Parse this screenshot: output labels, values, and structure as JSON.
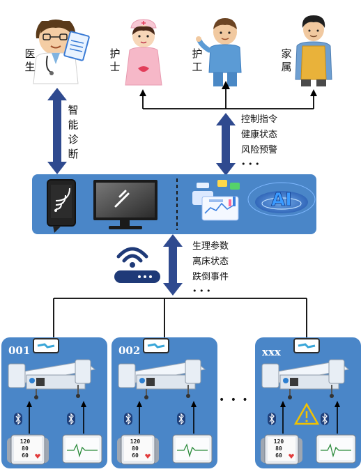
{
  "roles": [
    {
      "id": "doctor",
      "label": "医生"
    },
    {
      "id": "nurse",
      "label": "护士"
    },
    {
      "id": "caregiver",
      "label": "护工"
    },
    {
      "id": "family",
      "label": "家属"
    }
  ],
  "links": {
    "diagnosis": "智能诊断",
    "downstream": [
      "控制指令",
      "健康状态",
      "风险预警",
      "• • •"
    ],
    "upstream": [
      "生理参数",
      "离床状态",
      "跌倒事件",
      "• • •"
    ]
  },
  "platform": {
    "ai_label": "AI"
  },
  "beds": [
    {
      "id": "001",
      "warning": false,
      "monitor_values": [
        "120",
        "80",
        "60"
      ]
    },
    {
      "id": "002",
      "warning": false,
      "monitor_values": [
        "120",
        "80",
        "60"
      ]
    },
    {
      "id": "xxx",
      "warning": true,
      "monitor_values": [
        "120",
        "80",
        "60"
      ]
    }
  ],
  "ellipsis": "• • •",
  "colors": {
    "panel_blue": "#4a86c8",
    "arrow_navy": "#2f4a8f",
    "line": "#000000",
    "ai_glow": "#3a7fe0",
    "warning": "#f2c200"
  }
}
